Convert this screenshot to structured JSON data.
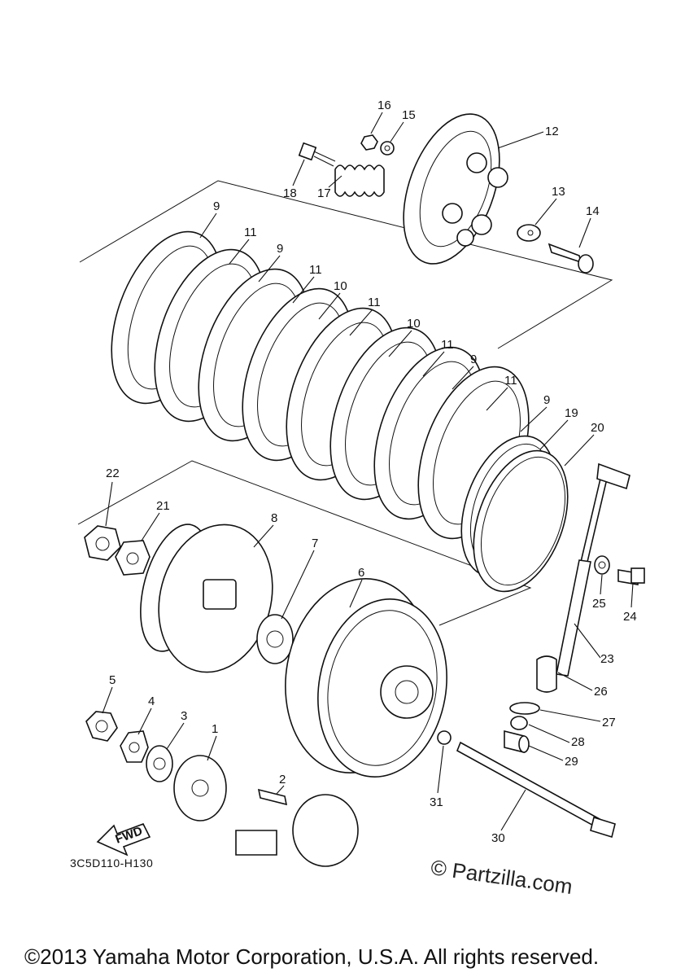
{
  "diagram": {
    "diagram_code": "3C5D110-H130",
    "watermark": "© Partzilla.com",
    "copyright": "©2013 Yamaha Motor Corporation, U.S.A. All rights reserved.",
    "fwd_label": "FWD",
    "callouts": [
      "1",
      "2",
      "3",
      "4",
      "5",
      "6",
      "7",
      "8",
      "9",
      "9",
      "9",
      "9",
      "10",
      "10",
      "11",
      "11",
      "11",
      "11",
      "11",
      "12",
      "13",
      "14",
      "15",
      "16",
      "17",
      "18",
      "19",
      "20",
      "21",
      "22",
      "23",
      "24",
      "25",
      "26",
      "27",
      "28",
      "29",
      "30",
      "31"
    ]
  }
}
